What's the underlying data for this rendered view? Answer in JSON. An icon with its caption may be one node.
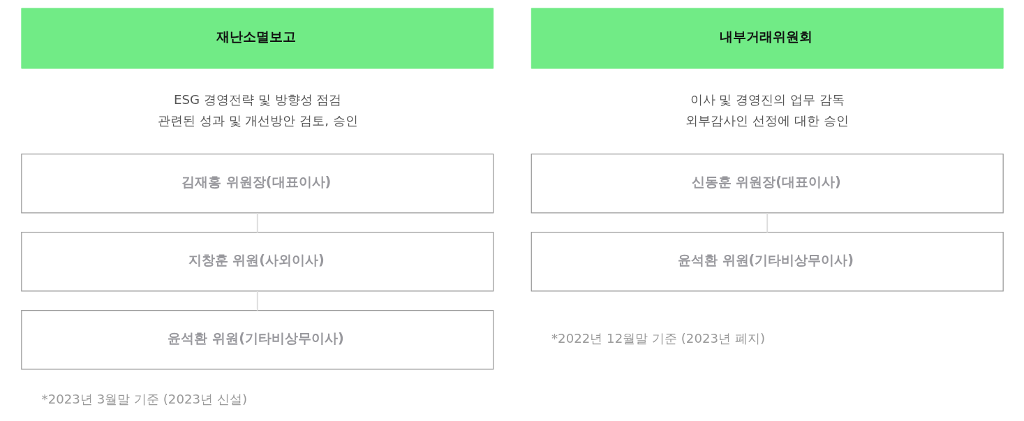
{
  "diagram": {
    "nodes": [
      {
        "text": [
          "재난소멸보고"
        ],
        "beside": [
          "ESG 경영전략 및 방향성 점검 관련된 성과 및 개선방안 검토, 승인"
        ]
      },
      {
        "text": [
          "김재홍 위원장(대표이사)"
        ]
      },
      {
        "text": [
          "지창훈 위원(사외이사)"
        ]
      },
      {
        "text": [
          "윤석환 위원(기타비상무이사)"
        ]
      },
      {
        "text": [
          "내부거래위원회"
        ],
        "beside": [
          "이사 및 경영진의 업무 감독 외부감사인 선정에 대한 승인"
        ]
      },
      {
        "text": [
          "신동훈 위원장(대표이사)"
        ]
      },
      {
        "text": [
          "윤석환 위원(기타비상무이사)"
        ]
      }
    ],
    "edges": [
      {
        "from": 1,
        "to": 2,
        "arrow": "none"
      },
      {
        "from": 2,
        "to": 3,
        "arrow": "none"
      },
      {
        "from": 5,
        "to": 6,
        "arrow": "none"
      }
    ],
    "labels": [
      "*2023년 3월말 기준 (2023년 신설)",
      "*2022년 12월말 기준 (2023년 폐지)"
    ]
  }
}
